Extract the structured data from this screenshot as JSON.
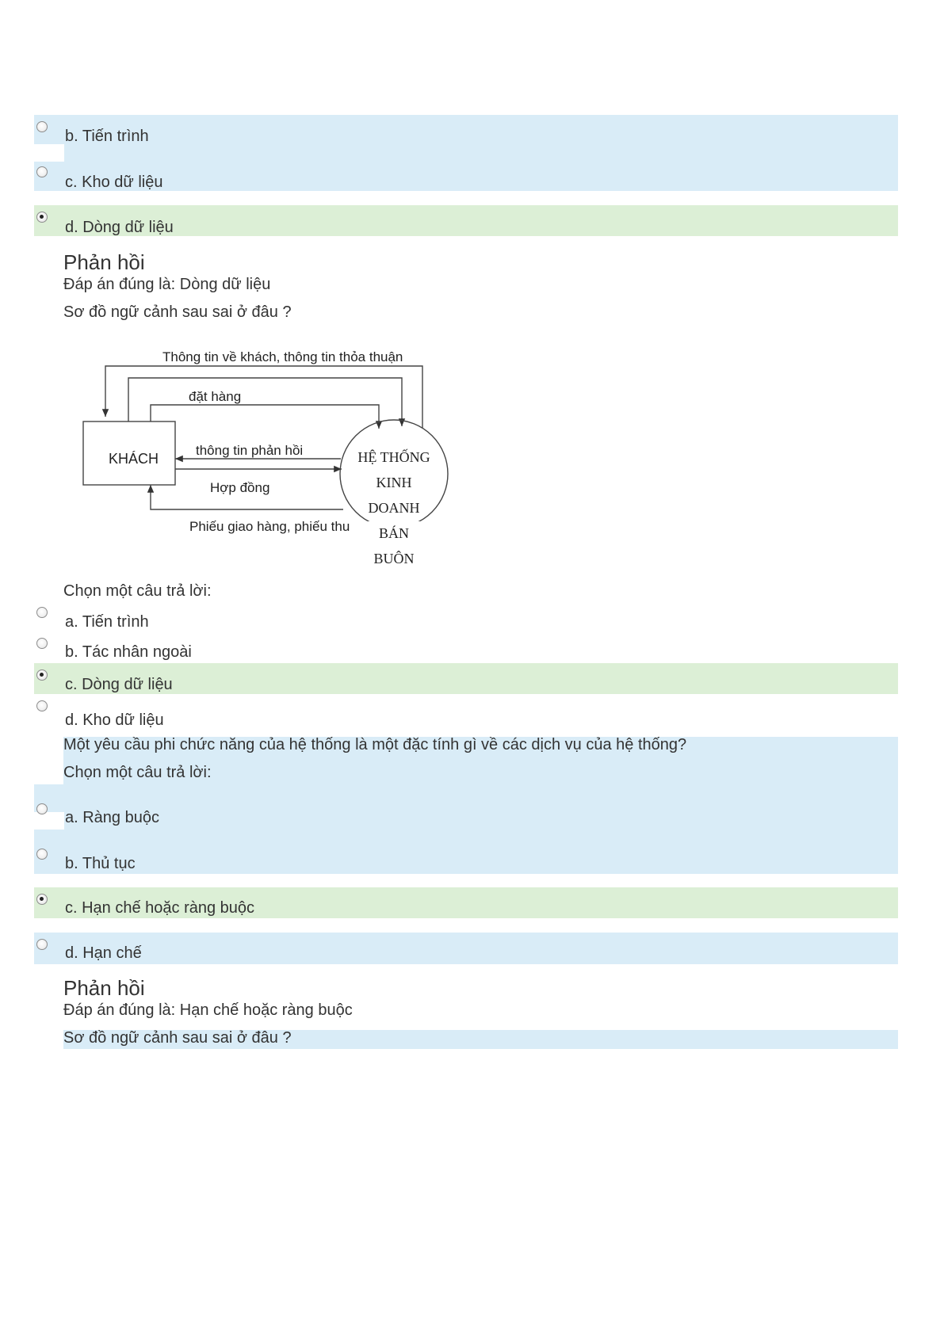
{
  "q1": {
    "options": [
      {
        "label": "b. Tiến trình",
        "checked": false
      },
      {
        "label": "c. Kho dữ liệu",
        "checked": false
      },
      {
        "label": "d. Dòng dữ liệu",
        "checked": true
      }
    ],
    "feedback_heading": "Phản hồi",
    "feedback_answer": "Đáp án đúng là: Dòng dữ liệu"
  },
  "q2": {
    "question": "Sơ đồ ngữ cảnh sau sai ở đâu ?",
    "diagram": {
      "label_top": "Thông tin về khách, thông tin thỏa thuận",
      "label_order": "đặt hàng",
      "label_feedback": "thông tin phản hồi",
      "label_contract": "Hợp đồng",
      "label_delivery": "Phiếu giao hàng, phiếu thu",
      "entity": "KHÁCH",
      "system_lines": [
        "HỆ THỐNG",
        "KINH",
        "DOANH",
        "BÁN",
        "BUÔN"
      ]
    },
    "prompt": "Chọn một câu trả lời:",
    "options": [
      {
        "label": "a. Tiến trình",
        "checked": false
      },
      {
        "label": "b. Tác nhân ngoài",
        "checked": false
      },
      {
        "label": "c. Dòng dữ liệu",
        "checked": true
      },
      {
        "label": "d. Kho dữ liệu",
        "checked": false
      }
    ]
  },
  "q3": {
    "question": "Một yêu cầu phi chức năng của hệ thống là một đặc tính gì về các dịch vụ của hệ thống?",
    "prompt": "Chọn một câu trả lời:",
    "options": [
      {
        "label": "a. Ràng buộc",
        "checked": false
      },
      {
        "label": "b. Thủ tục",
        "checked": false
      },
      {
        "label": "c. Hạn chế hoặc ràng buộc",
        "checked": true
      },
      {
        "label": "d. Hạn chế",
        "checked": false
      }
    ],
    "feedback_heading": "Phản hồi",
    "feedback_answer": "Đáp án đúng là: Hạn chế hoặc ràng buộc"
  },
  "q4": {
    "question": "Sơ đồ ngữ cảnh sau sai ở đâu ?"
  }
}
